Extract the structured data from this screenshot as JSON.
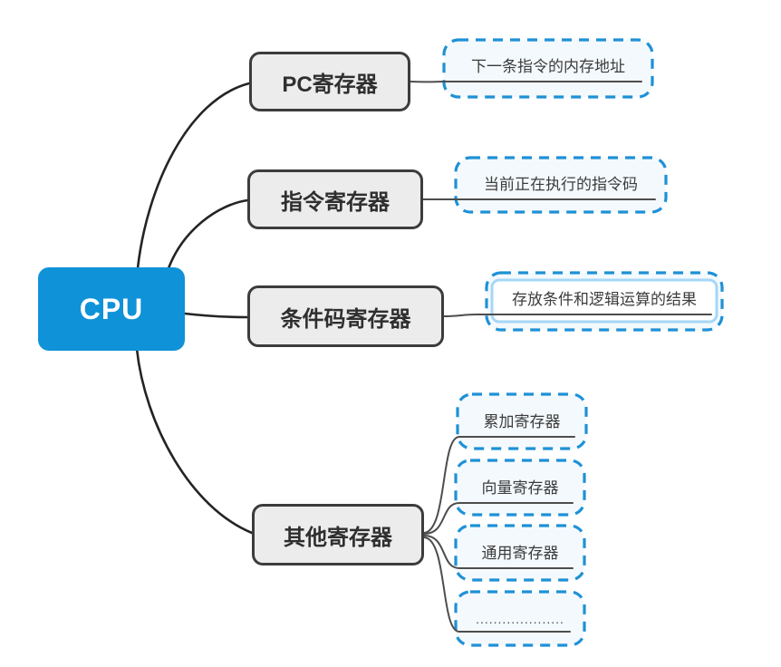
{
  "diagram": {
    "type": "mindmap",
    "root": {
      "label": "CPU"
    },
    "branches": [
      {
        "label": "PC寄存器",
        "children": [
          {
            "label": "下一条指令的内存地址",
            "selected": false
          }
        ]
      },
      {
        "label": "指令寄存器",
        "children": [
          {
            "label": "当前正在执行的指令码",
            "selected": false
          }
        ]
      },
      {
        "label": "条件码寄存器",
        "children": [
          {
            "label": "存放条件和逻辑运算的结果",
            "selected": true
          }
        ]
      },
      {
        "label": "其他寄存器",
        "children": [
          {
            "label": "累加寄存器",
            "selected": false
          },
          {
            "label": "向量寄存器",
            "selected": false
          },
          {
            "label": "通用寄存器",
            "selected": false
          },
          {
            "label": "....................",
            "selected": false
          }
        ]
      }
    ],
    "colors": {
      "root_fill": "#0f92d8",
      "root_text": "#ffffff",
      "branch_fill": "#ececec",
      "branch_border": "#3c3c3c",
      "branch_text": "#2f2f2f",
      "boundary_stroke": "#1e91d6",
      "boundary_fill": "#f4f9fd",
      "selection_stroke": "#a5d7f7",
      "root_connector": "#242424",
      "child_connector": "#4d4d4d",
      "background": "#ffffff"
    }
  }
}
